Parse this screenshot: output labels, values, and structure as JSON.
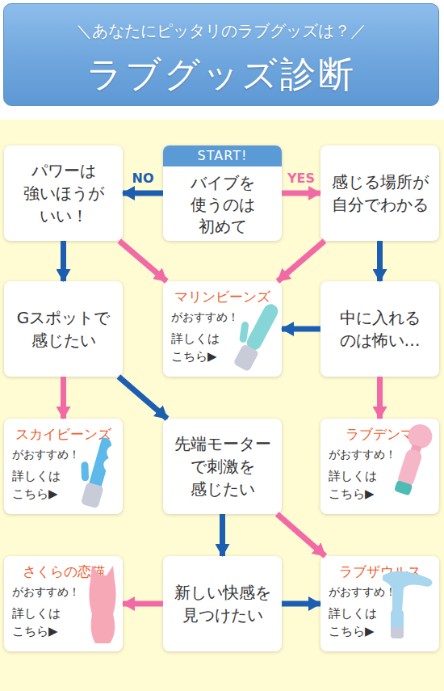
{
  "diagram": {
    "title": "ラブグッズ診断",
    "nodes": [
      {
        "text": [
          "パワーは 強いほうが いい！"
        ]
      },
      {
        "text": [
          "START!",
          "バイブを 使うのは 初めて"
        ]
      },
      {
        "text": [
          "感じる場所が 自分でわかる"
        ]
      },
      {
        "text": [
          "Gスポットで 感じたい"
        ]
      },
      {
        "text": [
          "マリンビーンズ",
          "がおすすめ！",
          "詳しくは こちら▶"
        ]
      },
      {
        "text": [
          "中に入れる のは怖い…"
        ]
      },
      {
        "text": [
          "スカイビーンズ",
          "がおすすめ！",
          "詳しくは こちら▶"
        ]
      },
      {
        "text": [
          "先端モーター で刺激を 感じたい"
        ]
      },
      {
        "text": [
          "ラブデンマ",
          "がおすすめ！",
          "詳しくは こちら▶"
        ]
      },
      {
        "text": [
          "さくらの恋猫",
          "がおすすめ！",
          "詳しくは こちら▶"
        ]
      },
      {
        "text": [
          "新しい快感を 見つけたい"
        ]
      },
      {
        "text": [
          "ラブザウルス",
          "がおすすめ！",
          "詳しくは こちら▶"
        ]
      }
    ],
    "edges": [
      {
        "from": 1,
        "to": 0,
        "label": "NO",
        "arrow": "to"
      },
      {
        "from": 1,
        "to": 2,
        "label": "YES",
        "arrow": "to"
      },
      {
        "from": 0,
        "to": 3,
        "arrow": "to"
      },
      {
        "from": 0,
        "to": 4,
        "arrow": "to"
      },
      {
        "from": 2,
        "to": 4,
        "arrow": "to"
      },
      {
        "from": 2,
        "to": 5,
        "arrow": "to"
      },
      {
        "from": 5,
        "to": 4,
        "arrow": "to"
      },
      {
        "from": 3,
        "to": 6,
        "arrow": "to"
      },
      {
        "from": 3,
        "to": 7,
        "arrow": "to"
      },
      {
        "from": 5,
        "to": 8,
        "arrow": "to"
      },
      {
        "from": 7,
        "to": 10,
        "arrow": "to"
      },
      {
        "from": 7,
        "to": 11,
        "arrow": "to"
      },
      {
        "from": 10,
        "to": 9,
        "arrow": "to"
      },
      {
        "from": 10,
        "to": 11,
        "arrow": "to"
      }
    ],
    "labels": [
      "＼あなたにピッタリのラブグッズは？／"
    ]
  }
}
